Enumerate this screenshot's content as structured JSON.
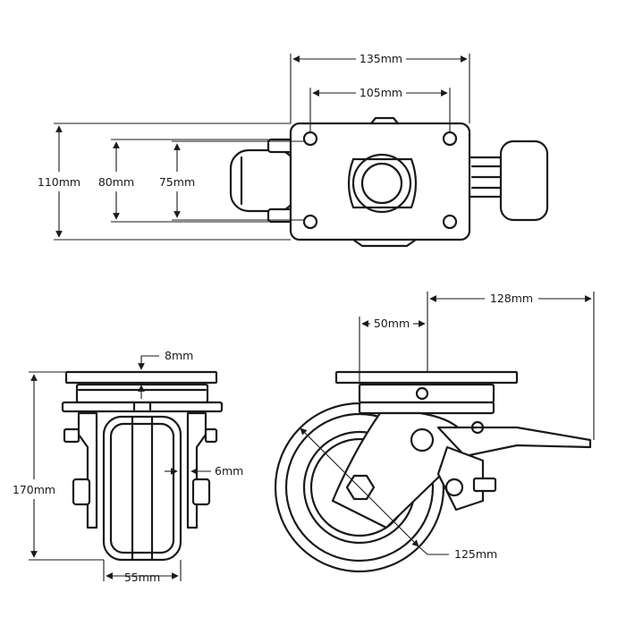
{
  "dimensions": {
    "top_plate_width": "135mm",
    "top_bolt_spacing_x": "105mm",
    "top_plate_height": "110mm",
    "top_inner_80": "80mm",
    "top_bolt_spacing_y": "75mm",
    "front_plate_thickness": "8mm",
    "front_total_height": "170mm",
    "front_gap": "6mm",
    "front_wheel_width": "55mm",
    "side_swivel_radius": "128mm",
    "side_offset": "50mm",
    "side_wheel_diameter": "125mm"
  },
  "colors": {
    "line": "#1a1a1a",
    "background": "#ffffff"
  }
}
